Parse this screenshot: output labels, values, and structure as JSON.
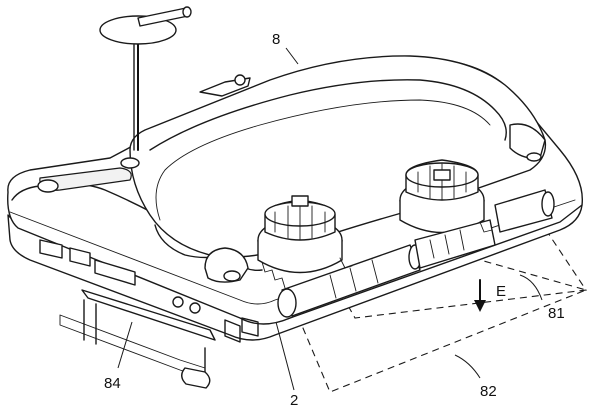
{
  "figure": {
    "labels": {
      "body": "8",
      "ellipse_ref": "81",
      "lower_ref": "82",
      "left_ref": "84",
      "bottom_ref": "2",
      "direction": "E"
    }
  }
}
